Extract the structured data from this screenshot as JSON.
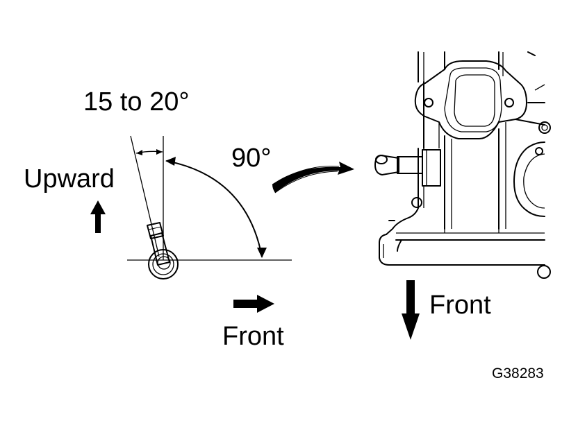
{
  "labels": {
    "angle_tilt": "15 to 20°",
    "angle_right": "90°",
    "upward": "Upward",
    "front_left": "Front",
    "front_right": "Front",
    "figure_code": "G38283"
  }
}
